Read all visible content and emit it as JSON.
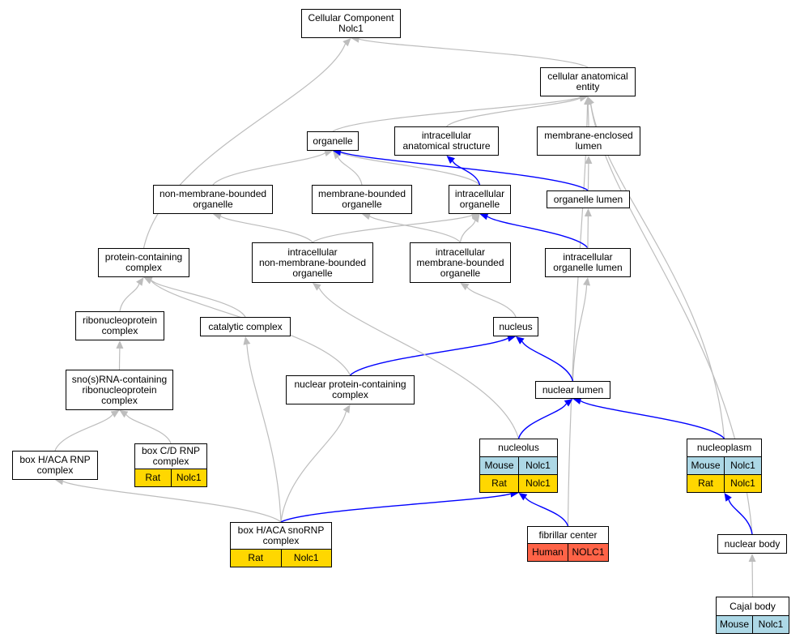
{
  "colors": {
    "edge_is_a": "#bdbdbd",
    "edge_part_of": "#0000ff",
    "mouse": "#add8e6",
    "rat": "#ffd700",
    "human": "#ff6347"
  },
  "nodes": [
    {
      "id": "cc",
      "label": "Cellular Component\nNolc1"
    },
    {
      "id": "cae",
      "label": "cellular anatomical\nentity"
    },
    {
      "id": "organelle",
      "label": "organelle"
    },
    {
      "id": "ias",
      "label": "intracellular\nanatomical structure"
    },
    {
      "id": "mel",
      "label": "membrane-enclosed\nlumen"
    },
    {
      "id": "nmbo",
      "label": "non-membrane-bounded\norganelle"
    },
    {
      "id": "mbo",
      "label": "membrane-bounded\norganelle"
    },
    {
      "id": "io",
      "label": "intracellular\norganelle"
    },
    {
      "id": "ol",
      "label": "organelle lumen"
    },
    {
      "id": "pcc",
      "label": "protein-containing\ncomplex"
    },
    {
      "id": "inmbo",
      "label": "intracellular\nnon-membrane-bounded\norganelle"
    },
    {
      "id": "imbo",
      "label": "intracellular\nmembrane-bounded\norganelle"
    },
    {
      "id": "iol",
      "label": "intracellular\norganelle lumen"
    },
    {
      "id": "rnp",
      "label": "ribonucleoprotein\ncomplex"
    },
    {
      "id": "catalytic",
      "label": "catalytic complex"
    },
    {
      "id": "nucleus",
      "label": "nucleus"
    },
    {
      "id": "snornp",
      "label": "sno(s)RNA-containing\nribonucleoprotein\ncomplex"
    },
    {
      "id": "npcc",
      "label": "nuclear protein-containing\ncomplex"
    },
    {
      "id": "nl",
      "label": "nuclear lumen"
    },
    {
      "id": "haca",
      "label": "box H/ACA RNP\ncomplex"
    },
    {
      "id": "cd",
      "label": "box C/D RNP\ncomplex",
      "tags": [
        {
          "text": "Rat",
          "species": "rat"
        },
        {
          "text": "Nolc1",
          "species": "rat"
        }
      ]
    },
    {
      "id": "nucleolus",
      "label": "nucleolus",
      "tags": [
        {
          "text": "Mouse",
          "species": "mouse"
        },
        {
          "text": "Nolc1",
          "species": "mouse"
        }
      ],
      "tags2": [
        {
          "text": "Rat",
          "species": "rat"
        },
        {
          "text": "Nolc1",
          "species": "rat"
        }
      ]
    },
    {
      "id": "nucleoplasm",
      "label": "nucleoplasm",
      "tags": [
        {
          "text": "Mouse",
          "species": "mouse"
        },
        {
          "text": "Nolc1",
          "species": "mouse"
        }
      ],
      "tags2": [
        {
          "text": "Rat",
          "species": "rat"
        },
        {
          "text": "Nolc1",
          "species": "rat"
        }
      ]
    },
    {
      "id": "hacasno",
      "label": "box H/ACA snoRNP\ncomplex",
      "tags": [
        {
          "text": "Rat",
          "species": "rat"
        },
        {
          "text": "Nolc1",
          "species": "rat"
        }
      ]
    },
    {
      "id": "fc",
      "label": "fibrillar center",
      "tags": [
        {
          "text": "Human",
          "species": "human"
        },
        {
          "text": "NOLC1",
          "species": "human"
        }
      ]
    },
    {
      "id": "nb",
      "label": "nuclear body"
    },
    {
      "id": "cajal",
      "label": "Cajal body",
      "tags": [
        {
          "text": "Mouse",
          "species": "mouse"
        },
        {
          "text": "Nolc1",
          "species": "mouse"
        }
      ]
    }
  ],
  "edges": [
    {
      "from": "cae",
      "to": "cc",
      "type": "is_a"
    },
    {
      "from": "pcc",
      "to": "cc",
      "type": "is_a"
    },
    {
      "from": "organelle",
      "to": "cae",
      "type": "is_a"
    },
    {
      "from": "ias",
      "to": "cae",
      "type": "is_a"
    },
    {
      "from": "mel",
      "to": "cae",
      "type": "is_a"
    },
    {
      "from": "fc",
      "to": "cae",
      "type": "is_a"
    },
    {
      "from": "nucleoplasm",
      "to": "cae",
      "type": "is_a"
    },
    {
      "from": "nb",
      "to": "cae",
      "type": "is_a"
    },
    {
      "from": "nmbo",
      "to": "organelle",
      "type": "is_a"
    },
    {
      "from": "mbo",
      "to": "organelle",
      "type": "is_a"
    },
    {
      "from": "io",
      "to": "organelle",
      "type": "is_a"
    },
    {
      "from": "ol",
      "to": "organelle",
      "type": "part_of"
    },
    {
      "from": "io",
      "to": "ias",
      "type": "part_of"
    },
    {
      "from": "ol",
      "to": "mel",
      "type": "is_a"
    },
    {
      "from": "inmbo",
      "to": "nmbo",
      "type": "is_a"
    },
    {
      "from": "inmbo",
      "to": "io",
      "type": "is_a"
    },
    {
      "from": "imbo",
      "to": "mbo",
      "type": "is_a"
    },
    {
      "from": "imbo",
      "to": "io",
      "type": "is_a"
    },
    {
      "from": "iol",
      "to": "io",
      "type": "part_of"
    },
    {
      "from": "iol",
      "to": "ol",
      "type": "is_a"
    },
    {
      "from": "rnp",
      "to": "pcc",
      "type": "is_a"
    },
    {
      "from": "catalytic",
      "to": "pcc",
      "type": "is_a"
    },
    {
      "from": "npcc",
      "to": "pcc",
      "type": "is_a"
    },
    {
      "from": "nucleus",
      "to": "imbo",
      "type": "is_a"
    },
    {
      "from": "nl",
      "to": "iol",
      "type": "is_a"
    },
    {
      "from": "snornp",
      "to": "rnp",
      "type": "is_a"
    },
    {
      "from": "hacasno",
      "to": "catalytic",
      "type": "is_a"
    },
    {
      "from": "npcc",
      "to": "nucleus",
      "type": "part_of"
    },
    {
      "from": "nl",
      "to": "nucleus",
      "type": "part_of"
    },
    {
      "from": "haca",
      "to": "snornp",
      "type": "is_a"
    },
    {
      "from": "cd",
      "to": "snornp",
      "type": "is_a"
    },
    {
      "from": "nucleolus",
      "to": "inmbo",
      "type": "is_a"
    },
    {
      "from": "nucleolus",
      "to": "nl",
      "type": "part_of"
    },
    {
      "from": "nucleoplasm",
      "to": "nl",
      "type": "part_of"
    },
    {
      "from": "hacasno",
      "to": "haca",
      "type": "is_a"
    },
    {
      "from": "hacasno",
      "to": "npcc",
      "type": "is_a"
    },
    {
      "from": "hacasno",
      "to": "nucleolus",
      "type": "part_of"
    },
    {
      "from": "fc",
      "to": "nucleolus",
      "type": "part_of"
    },
    {
      "from": "nb",
      "to": "nucleoplasm",
      "type": "part_of"
    },
    {
      "from": "cajal",
      "to": "nb",
      "type": "is_a"
    }
  ]
}
